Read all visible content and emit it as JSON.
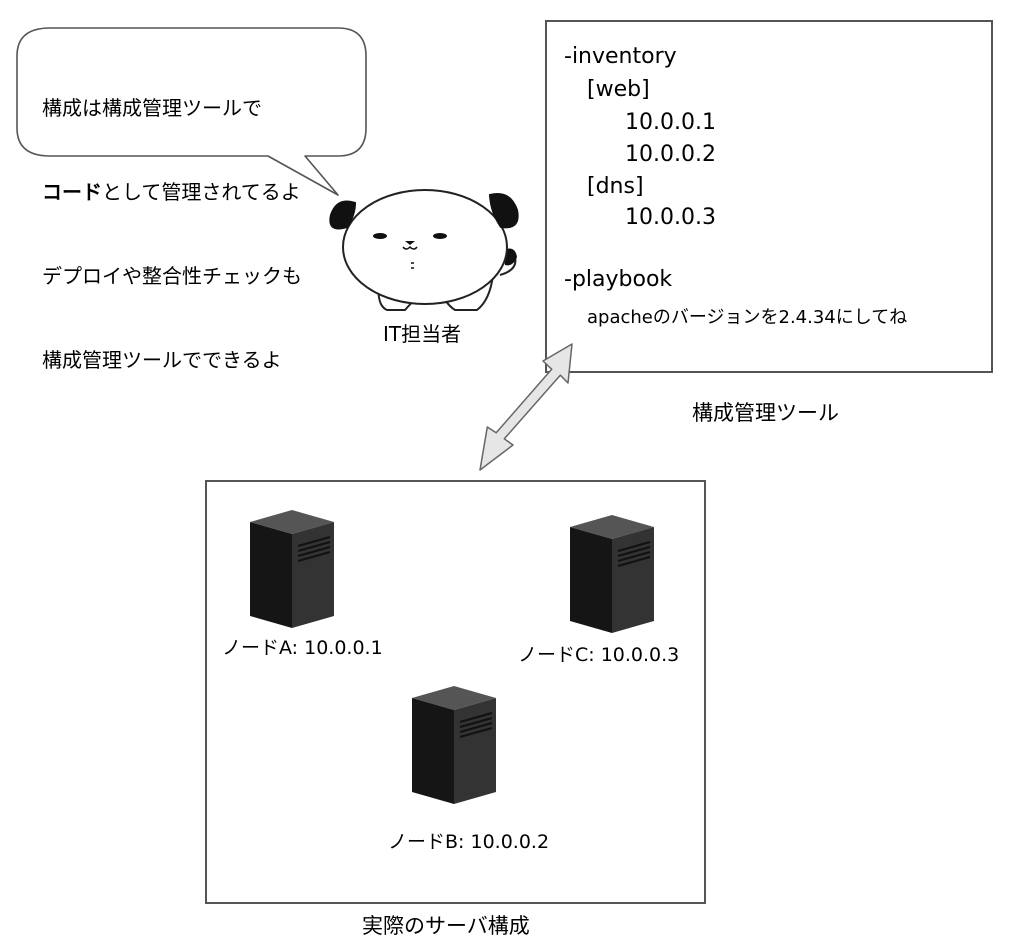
{
  "bubble": {
    "line1": "構成は構成管理ツールで",
    "line2_bold": "コード",
    "line2_rest": "として管理されてるよ",
    "line3": "デプロイや整合性チェックも",
    "line4": "構成管理ツールでできるよ"
  },
  "mascot": {
    "label": "IT担当者"
  },
  "tool": {
    "lines": [
      "-inventory",
      "[web]",
      "10.0.0.1",
      "10.0.0.2",
      "[dns]",
      "10.0.0.3",
      "-playbook",
      "apacheのバージョンを2.4.34にしてね"
    ],
    "caption": "構成管理ツール"
  },
  "servers": {
    "nodes": [
      {
        "label": "ノードA: 10.0.0.1",
        "icon": "server-icon"
      },
      {
        "label": "ノードC: 10.0.0.3",
        "icon": "server-icon"
      },
      {
        "label": "ノードB: 10.0.0.2",
        "icon": "server-icon"
      }
    ],
    "caption": "実際のサーバ構成"
  },
  "colors": {
    "border": "#555555",
    "server_dark": "#222222",
    "arrow_fill": "#e6e6e6"
  }
}
